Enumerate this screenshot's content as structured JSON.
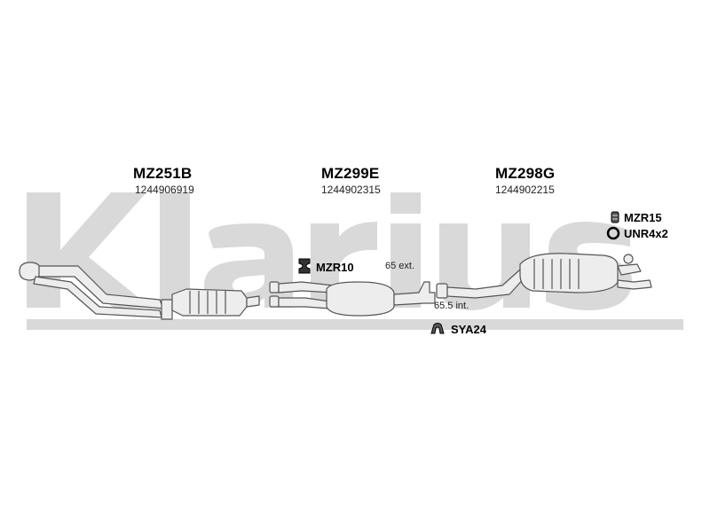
{
  "brand": {
    "watermark_text": "Klarius",
    "color": "#d9d9d9"
  },
  "sections": [
    {
      "code": "MZ251B",
      "ref": "1244906919"
    },
    {
      "code": "MZ299E",
      "ref": "1244902315"
    },
    {
      "code": "MZ298G",
      "ref": "1244902215"
    }
  ],
  "fittings": {
    "mzr15": "MZR15",
    "unr4x2": "UNR4x2",
    "mzr10": "MZR10",
    "sya24": "SYA24"
  },
  "notes": {
    "ext": "65 ext.",
    "int": "65.5 int."
  },
  "colors": {
    "pipe_fill": "#ededed",
    "pipe_stroke": "#555555",
    "text": "#000000"
  }
}
